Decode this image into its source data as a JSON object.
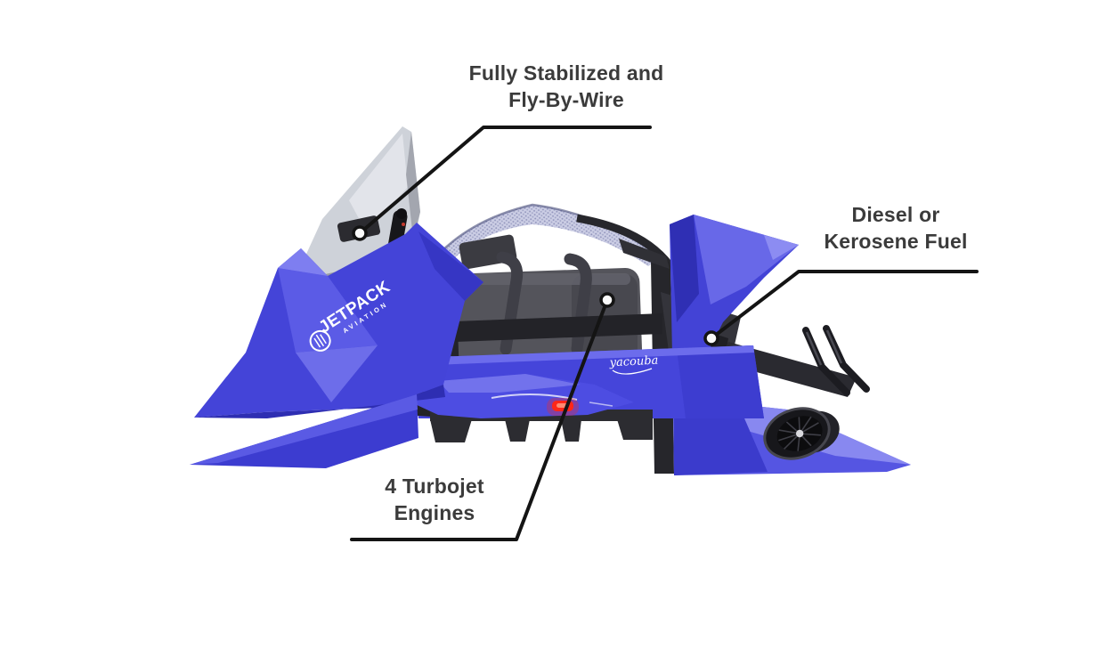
{
  "page": {
    "background_color": "#ffffff",
    "description_labels_color": "#3b3b3b"
  },
  "annotations": [
    {
      "id": "fly-by-wire",
      "text": "Fully Stabilized and\nFly-By-Wire"
    },
    {
      "id": "fuel",
      "text": "Diesel or\nKerosene Fuel"
    },
    {
      "id": "engines",
      "text": "4 Turbojet\nEngines"
    }
  ],
  "vehicle": {
    "brand": "JETPACK",
    "brand_subtitle": "AVIATION",
    "designer_signature": "yacouba"
  },
  "colors": {
    "body_blue": "#4444d8",
    "body_blue_light": "#7b7bee",
    "body_blue_dark": "#2e2eb2",
    "frame_dark": "#26262b",
    "seat_gray": "#54545b",
    "windscreen_gray": "#c6cad2",
    "mesh_canopy": "#9498c8",
    "taillight_red": "#ff2718",
    "label_text": "#3b3b3b",
    "leader_line": "#141414",
    "background": "#ffffff"
  }
}
